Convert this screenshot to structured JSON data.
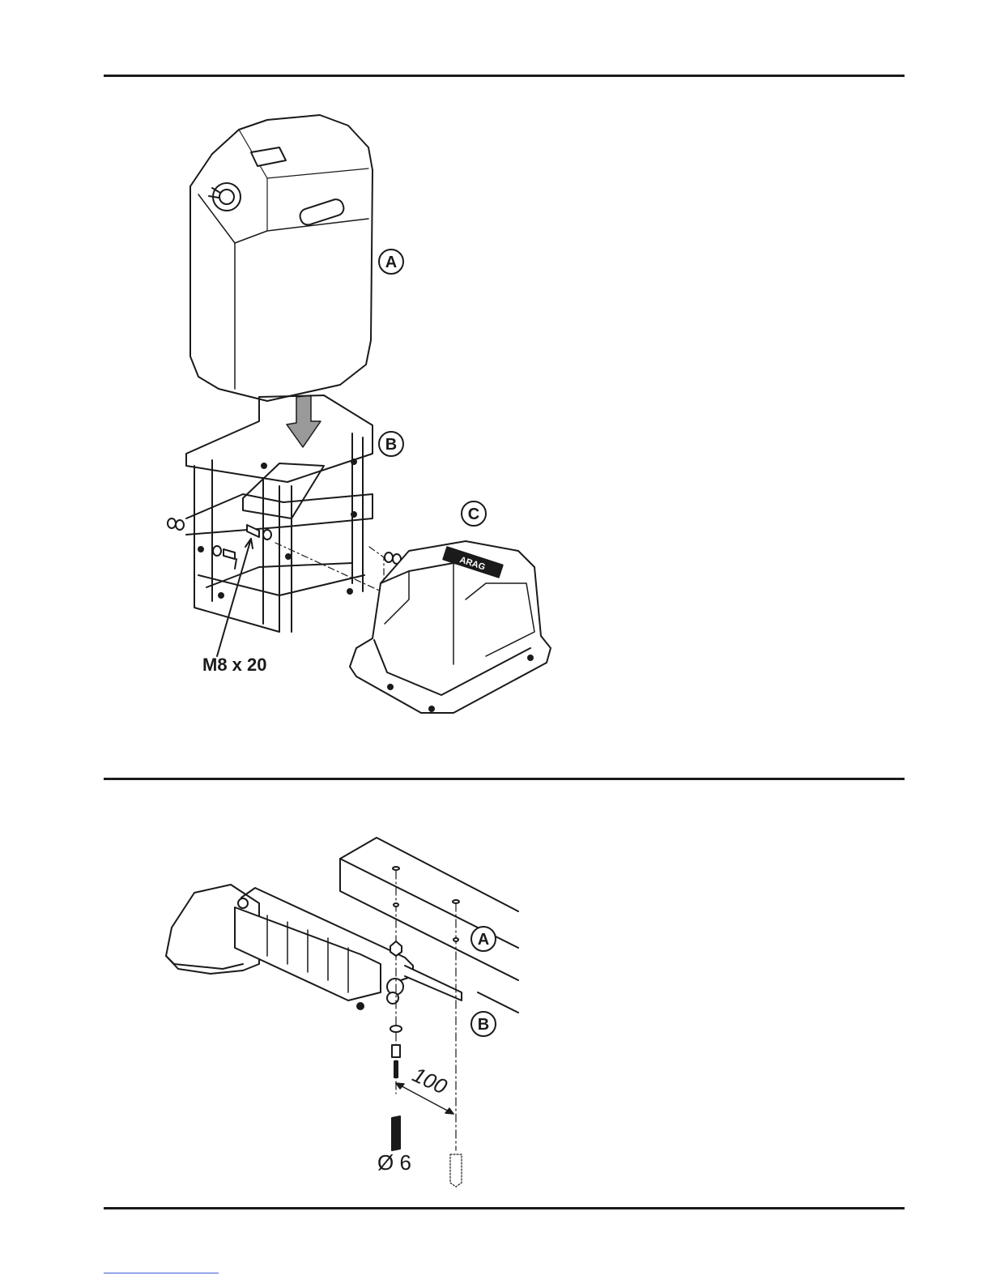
{
  "figure1": {
    "callouts": {
      "a": "A",
      "b": "B",
      "c": "C"
    },
    "bolt_label": "M8 x 20",
    "cover_brand": "ARAG"
  },
  "figure2": {
    "callouts": {
      "a": "A",
      "b": "B"
    },
    "distance_label": "100",
    "drill_label": "Ø 6"
  },
  "colors": {
    "ink": "#1a1a1a",
    "arrow_fill": "#9a9a9a",
    "link": "#3a5bd9"
  }
}
